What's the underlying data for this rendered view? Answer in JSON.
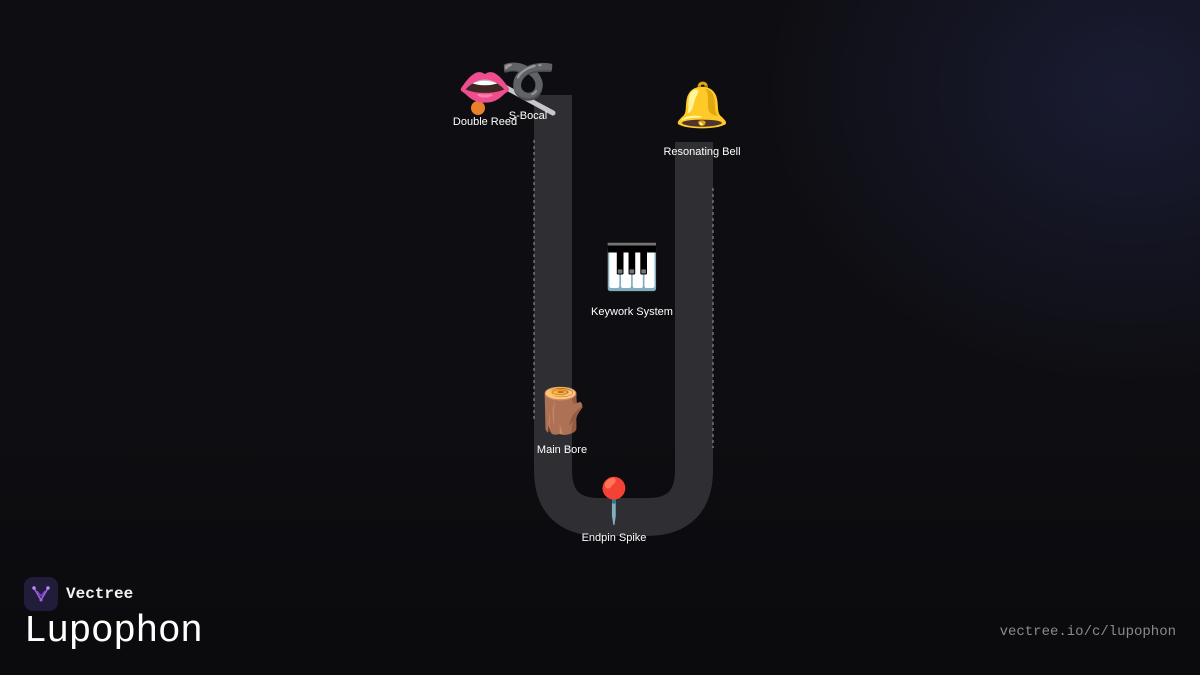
{
  "diagram": {
    "parts": [
      {
        "id": "double-reed",
        "emoji": "👄",
        "label": "Double Reed"
      },
      {
        "id": "s-bocal",
        "emoji": "➰",
        "label": "S-Bocal"
      },
      {
        "id": "resonating-bell",
        "emoji": "🔔",
        "label": "Resonating Bell"
      },
      {
        "id": "keywork-system",
        "emoji": "🎹",
        "label": "Keywork System"
      },
      {
        "id": "main-bore",
        "emoji": "🪵",
        "label": "Main Bore"
      },
      {
        "id": "endpin-spike",
        "emoji": "📍",
        "label": "Endpin Spike"
      }
    ]
  },
  "brand": {
    "name": "Vectree"
  },
  "title": "Lupophon",
  "url": "vectree.io/c/lupophon",
  "colors": {
    "background": "#0e0e12",
    "tube": "#2f2f33",
    "reed_dot": "#e8812a"
  }
}
